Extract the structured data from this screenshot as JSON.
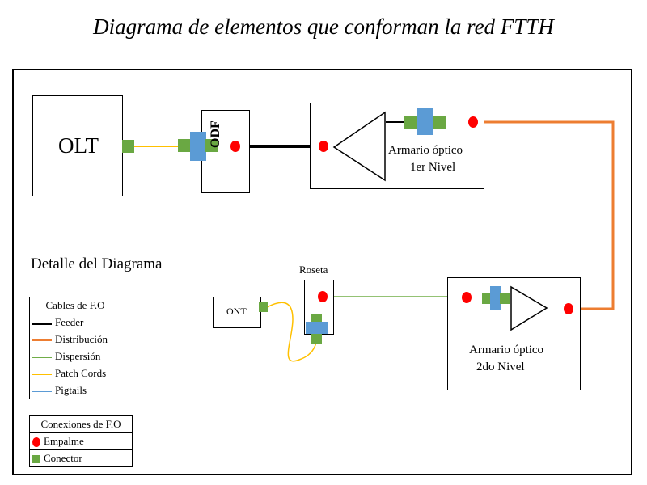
{
  "title": "Diagrama de elementos que conforman la red FTTH",
  "olt_label": "OLT",
  "odf_label": "ODF",
  "armario1": {
    "line1": "Armario óptico",
    "line2": "1er Nivel"
  },
  "armario2": {
    "line1": "Armario óptico",
    "line2": "2do Nivel"
  },
  "roseta_label": "Roseta",
  "ont_label": "ONT",
  "detail_title": "Detalle del Diagrama",
  "cables_legend": {
    "header": "Cables de F.O",
    "items": [
      {
        "label": "Feeder",
        "color": "#000000"
      },
      {
        "label": "Distribución",
        "color": "#ed7d31"
      },
      {
        "label": "Dispersión",
        "color": "#70ad47"
      },
      {
        "label": "Patch Cords",
        "color": "#ffc000"
      },
      {
        "label": "Pigtails",
        "color": "#5b9bd5"
      }
    ]
  },
  "connections_legend": {
    "header": "Conexiones de F.O",
    "items": [
      {
        "label": "Empalme",
        "symbol": "red-dot",
        "color": "#ff0000"
      },
      {
        "label": "Conector",
        "symbol": "green-square",
        "color": "#6aa843"
      }
    ]
  }
}
